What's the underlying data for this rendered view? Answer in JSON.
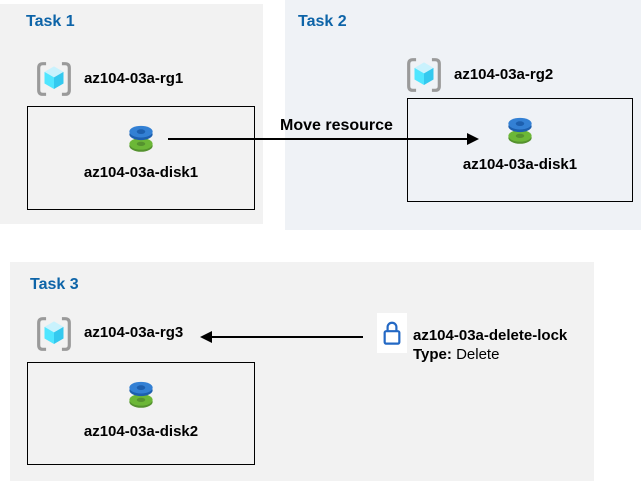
{
  "tasks": [
    {
      "title": "Task 1",
      "resource_group": "az104-03a-rg1",
      "resource": "az104-03a-disk1"
    },
    {
      "title": "Task 2",
      "resource_group": "az104-03a-rg2",
      "resource": "az104-03a-disk1"
    },
    {
      "title": "Task 3",
      "resource_group": "az104-03a-rg3",
      "resource": "az104-03a-disk2"
    }
  ],
  "arrows": {
    "move_label": "Move resource"
  },
  "lock": {
    "name": "az104-03a-delete-lock",
    "type_label": "Type:",
    "type_value": "Delete"
  },
  "colors": {
    "task_panel_gray": "#f2f2f2",
    "task2_panel": "#eff2f6",
    "title_blue": "#0d64a8",
    "arrow_black": "#000000",
    "lock_blue": "#2368c4",
    "rg_bracket_gray": "#9a9a9a",
    "cube_top": "#c9f2fd",
    "cube_left": "#50e6ff",
    "cube_right": "#34c9ef",
    "disk_blue_top": "#3380d4",
    "disk_blue_dark": "#1d5fae",
    "disk_green_top": "#6cb737",
    "disk_green_dark": "#55922f"
  }
}
